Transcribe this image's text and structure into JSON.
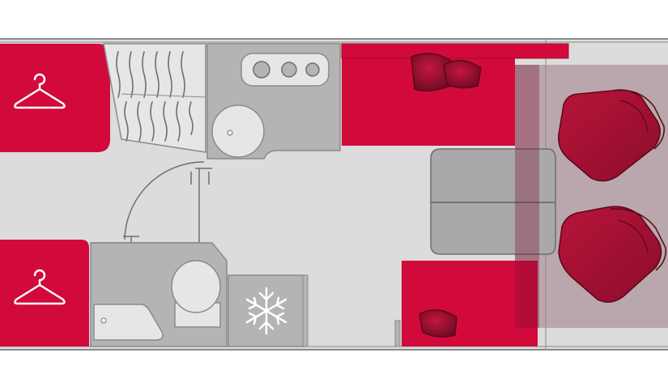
{
  "diagram": {
    "type": "motorhome-floor-plan",
    "colors": {
      "background": "#ffffff",
      "floor": "#dcdcdc",
      "wall": "#8a8a8a",
      "fixture": "#b4b4b4",
      "fixture_light": "#e6e6e6",
      "red": "#d20a3c",
      "red_dark": "#a30a30",
      "red_cushion": "#b0143c",
      "table": "#a9a9a9",
      "cab_floor": "#c8c8c8",
      "overlay": "#7a1030"
    },
    "icons": {
      "wardrobe_top": "hanger-icon",
      "wardrobe_bottom": "hanger-icon",
      "fridge": "snowflake-icon"
    },
    "zones": [
      "wardrobe-top",
      "wardrobe-bottom",
      "bunk-storage",
      "kitchen-counter",
      "washroom",
      "fridge",
      "shower-tray",
      "front-sofa",
      "rear-sofa",
      "dinette-table",
      "cab",
      "driver-seat",
      "passenger-seat"
    ]
  }
}
